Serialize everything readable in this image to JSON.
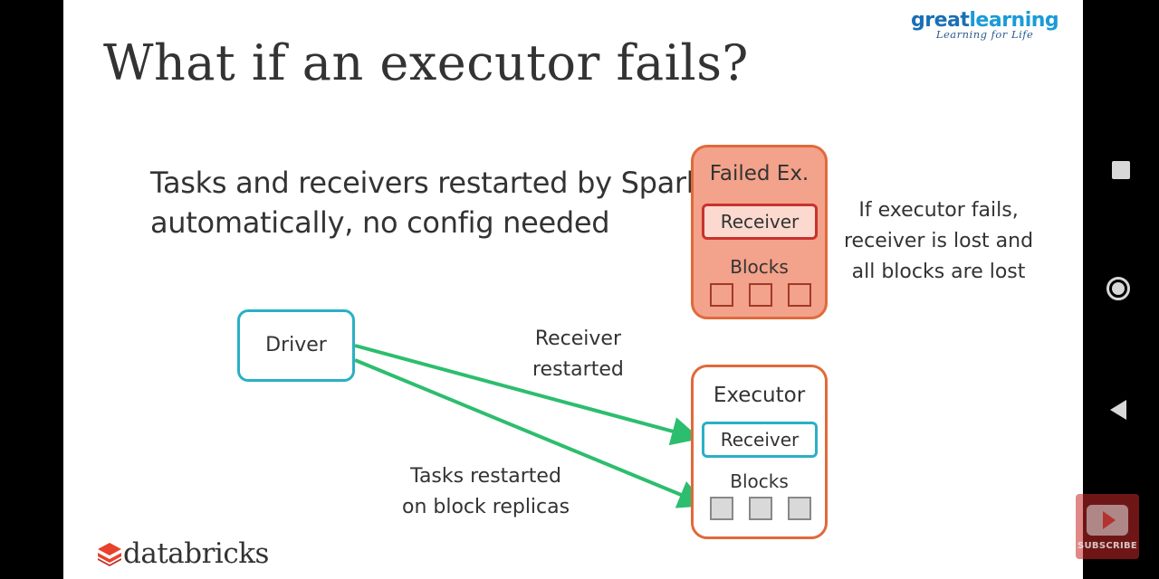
{
  "slide": {
    "title": "What if an executor fails?",
    "bullet": [
      "Tasks and receivers restarted by Spark",
      "automatically, no config needed"
    ],
    "logo": {
      "great": "great",
      "learning": "learning",
      "tagline": "Learning for Life"
    },
    "failed_executor": {
      "title": "Failed Ex.",
      "receiver": "Receiver",
      "blocks": "Blocks"
    },
    "failed_note": [
      "If executor fails,",
      "receiver is lost and",
      "all blocks are lost"
    ],
    "driver": {
      "label": "Driver"
    },
    "receiver_note": [
      "Receiver",
      "restarted"
    ],
    "tasks_note": [
      "Tasks restarted",
      "on block replicas"
    ],
    "executor": {
      "title": "Executor",
      "receiver": "Receiver",
      "blocks": "Blocks"
    },
    "footer_logo": "databricks",
    "colors": {
      "accent_green": "#2dbd6e",
      "teal": "#2ab0c4",
      "orange": "#e06a3a",
      "failed_fill": "#f3a28b"
    }
  },
  "overlay": {
    "subscribe_label": "SUBSCRIBE"
  },
  "nav": {
    "icons": [
      "recents-square-icon",
      "home-circle-icon",
      "back-triangle-icon"
    ]
  }
}
